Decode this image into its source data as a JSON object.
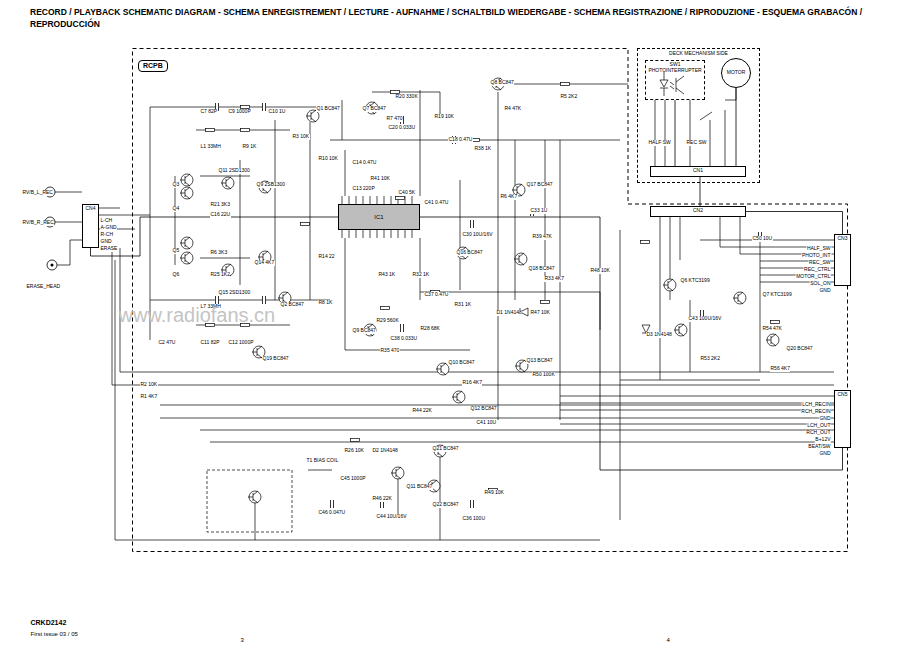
{
  "diagram": {
    "title": "RECORD / PLAYBACK SCHEMATIC DIAGRAM - SCHEMA ENREGISTREMENT / LECTURE - AUFNAHME / SCHALTBILD WIEDERGABE - SCHEMA REGISTRAZIONE / RIPRODUZIONE - ESQUEMA GRABACÓN / REPRODUCCIÓN",
    "nodes": [
      {
        "text": [
          "RCPB"
        ]
      },
      {
        "text": [
          "DECK MECHANISM SIDE"
        ]
      },
      {
        "text": [
          "SW1 PHOTOINTERRUPTER"
        ],
        "in": 1
      },
      {
        "text": [
          "MOTOR"
        ],
        "in": 1
      },
      {
        "text": [
          "CN1"
        ],
        "in": 1
      },
      {
        "text": [
          "CN2"
        ],
        "in": 0
      },
      {
        "text": [
          "IC1"
        ],
        "in": 0
      },
      {
        "text": [
          "CN4"
        ]
      },
      {
        "text": [
          "CN3"
        ],
        "in": 0
      },
      {
        "text": [
          "CN5"
        ],
        "in": 0
      }
    ],
    "edges": [
      {
        "from": 2,
        "to": 4,
        "arrow": "none"
      },
      {
        "from": 3,
        "to": 4,
        "arrow": "none"
      },
      {
        "from": 4,
        "to": 5,
        "arrow": "none"
      },
      {
        "from": 7,
        "to": 6,
        "arrow": "none"
      },
      {
        "from": 5,
        "to": 8,
        "arrow": "none"
      },
      {
        "from": 6,
        "to": 9,
        "arrow": "none"
      }
    ],
    "labels": [
      "C7 82P",
      "C9 1000P",
      "C10 1U",
      "Q1 BC847",
      "L1 33MH",
      "R9 1K",
      "R3 10K",
      "Q3",
      "Q4",
      "Q11 2SD1300",
      "Q9 2SB1300",
      "R21 3K3",
      "C16 22U",
      "Q5",
      "Q6",
      "R6 3K3",
      "R25 1K2",
      "Q14 4K7",
      "Q15 2SD1300",
      "L7 33MH",
      "C11 82P",
      "C12 1000P",
      "Q2 BC847",
      "R8 1K",
      "R10 10K",
      "R14 22",
      "C13 220P",
      "C14 0.47U",
      "Q7 BC847",
      "R20 330K",
      "R7 470",
      "C20 0.033U",
      "R19 10K",
      "C18 0.47U",
      "R38 1K",
      "Q8 BC847",
      "R4 47K",
      "R5 2K2",
      "R6 4K7",
      "Q17 BC847",
      "C30 10U/16V",
      "C33 1U",
      "R39 47K",
      "R41 10K",
      "C40 5K",
      "C41 0.47U",
      "Q16 BC847",
      "R43 1K",
      "R32 1K",
      "Q18 BC847",
      "R33 4K7",
      "C37 0.47U",
      "R31 1K",
      "D1 1N4148",
      "R47 10K",
      "R29 560K",
      "R28 68K",
      "C38 0.033U",
      "Q9 BC847",
      "R35 470",
      "Q19 BC847",
      "R2 10K",
      "R1 4K7",
      "C2 47U",
      "Q10 BC847",
      "R16 4K7",
      "Q12 BC847",
      "R44 22K",
      "C41 10U",
      "Q13 BC847",
      "R50 100K",
      "D3 1N4148",
      "Q6 KTC3199",
      "C43 100U/16V",
      "Q7 KTC3199",
      "R54 47K",
      "C50 10U",
      "R53 2K2",
      "Q20 BC847",
      "R56 4K7",
      "R48 10K",
      "T1 BIAS COIL",
      "R26 10K",
      "D2 1N4148",
      "Q21 BC847",
      "C45 1000P",
      "Q11 BC847",
      "R46 22K",
      "C44 10U/16V",
      "C46 0.047U",
      "Q22 BC847",
      "R49 10K",
      "C36 100U",
      "HALF SW",
      "REC SW",
      "HALF_SW",
      "PHOTO_INT",
      "REC_SW",
      "REC_CTRL",
      "MOTOR_CTRL",
      "SOL_ON",
      "GND",
      "LCH_RECIN",
      "RCH_RECIN",
      "GND",
      "LCH_OUT",
      "RCH_OUT",
      "B+12V",
      "BEAT/SW",
      "GND",
      "L-CH",
      "A-GND",
      "R-CH",
      "GND",
      "ERASE",
      "RV/B_L_REC",
      "RV/B_R_REC",
      "ERASE_HEAD",
      "CRKD2142",
      "First issue 03 / 05",
      "3",
      "4",
      "www.radiofans.cn"
    ]
  }
}
